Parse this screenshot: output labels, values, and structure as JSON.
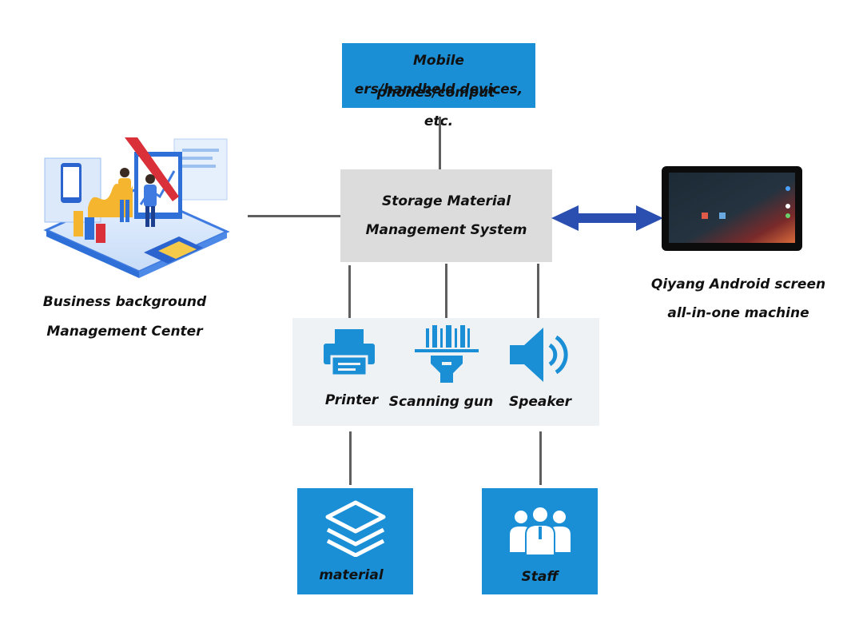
{
  "top_box": {
    "line1": "Mobile phones/comput-",
    "line2": "ers/handheld devices, etc."
  },
  "center_box": {
    "line1": "Storage Material",
    "line2": "Management System"
  },
  "left_node": {
    "line1": "Business background",
    "line2": "Management Center",
    "illustration": "business-dashboard-illustration"
  },
  "right_node": {
    "line1": "Qiyang Android screen",
    "line2": "all-in-one machine",
    "illustration": "android-tablet"
  },
  "devices": {
    "printer": "Printer",
    "scanner": "Scanning gun",
    "speaker": "Speaker"
  },
  "bottom": {
    "material": "material",
    "staff": "Staff"
  },
  "colors": {
    "blue": "#1a8fd6",
    "arrow": "#2a4fb0",
    "gray_box": "#dcdcdc",
    "panel": "#eef2f5",
    "line": "#5f5f5f"
  }
}
